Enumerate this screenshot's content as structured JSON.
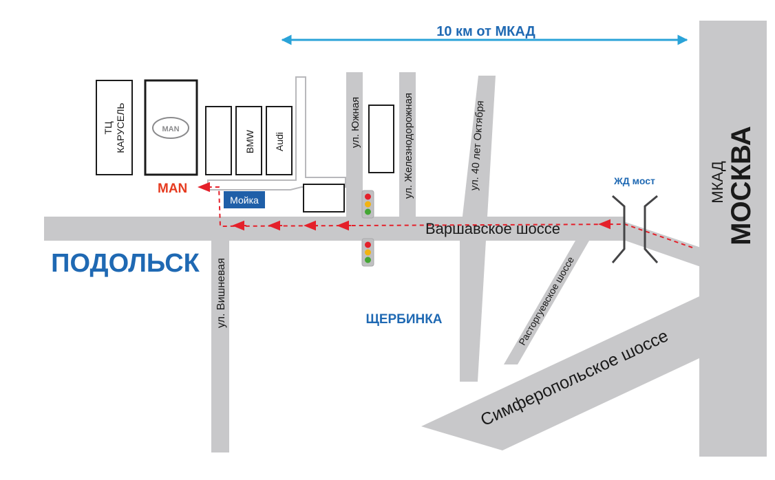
{
  "distance": {
    "label": "10 км от МКАД"
  },
  "cities": {
    "podolsk": "ПОДОЛЬСК",
    "shcherbinka": "ЩЕРБИНКА",
    "moskva": "МОСКВА",
    "mkad": "МКАД"
  },
  "roads": {
    "varshavskoe": "Варшавское шоссе",
    "simferopolskoe": "Симферопольское шоссе",
    "rastorguevskoe": "Расторгуевское шоссе",
    "vishnevaya": "ул. Вишневая",
    "yuzhnaya": "ул. Южная",
    "zheleznodorozhnaya": "ул. Железнодорожная",
    "let_oktyabrya": "ул. 40 лет Октября"
  },
  "bridge": {
    "label": "ЖД мост"
  },
  "buildings": {
    "karusel": [
      "ТЦ",
      "КАРУСЕЛЬ"
    ],
    "bmw": "BMW",
    "audi": "Audi",
    "man_logo": "MAN"
  },
  "markers": {
    "man": "MAN",
    "moyka": "Мойка"
  },
  "colors": {
    "road": "#c8c8ca",
    "route": "#e4202a",
    "accent_blue": "#1f69b3",
    "distance_arrow": "#2aa3d8",
    "man_red": "#e63a1f"
  }
}
